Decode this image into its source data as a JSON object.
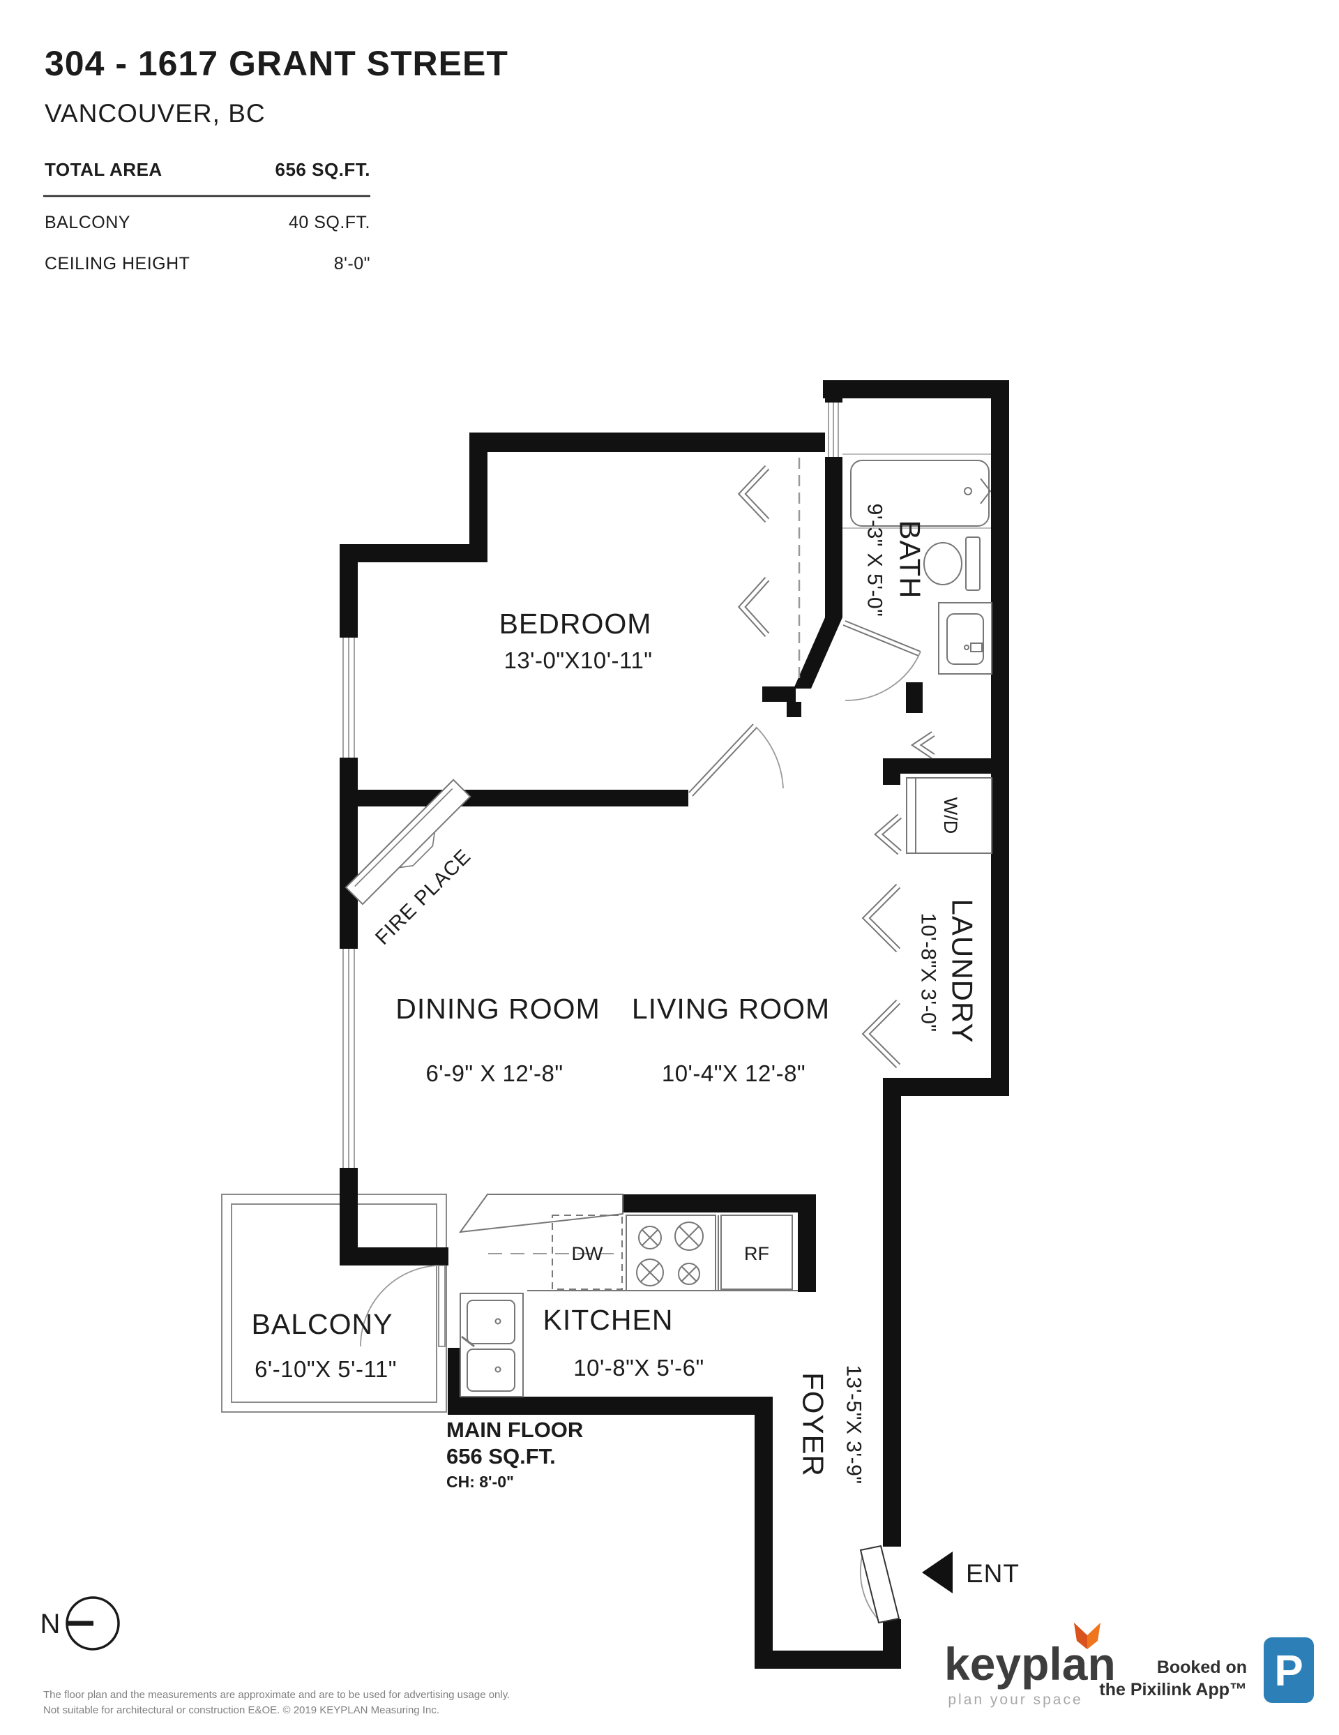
{
  "header": {
    "title": "304 - 1617 GRANT STREET",
    "subtitle": "VANCOUVER, BC",
    "stats": [
      {
        "label": "TOTAL AREA",
        "value": "656 SQ.FT."
      },
      {
        "label": "BALCONY",
        "value": "40 SQ.FT."
      },
      {
        "label": "CEILING HEIGHT",
        "value": "8'-0\""
      }
    ]
  },
  "rooms": {
    "bedroom": {
      "name": "BEDROOM",
      "dims": "13'-0\"X10'-11\""
    },
    "bath": {
      "name": "BATH",
      "dims": "9'-3\" X 5'-0\""
    },
    "laundry": {
      "name": "LAUNDRY",
      "dims": "10'-8\"X 3'-0\""
    },
    "dining": {
      "name": "DINING ROOM",
      "dims": "6'-9\" X 12'-8\""
    },
    "living": {
      "name": "LIVING ROOM",
      "dims": "10'-4\"X 12'-8\""
    },
    "kitchen": {
      "name": "KITCHEN",
      "dims": "10'-8\"X 5'-6\""
    },
    "balcony": {
      "name": "BALCONY",
      "dims": "6'-10\"X 5'-11\""
    },
    "foyer": {
      "name": "FOYER",
      "dims": "13'-5\"X 3'-9\""
    }
  },
  "fixtures": {
    "washer_dryer": "W/D",
    "dishwasher": "DW",
    "fridge": "RF",
    "fireplace": "FIRE PLACE"
  },
  "annotations": {
    "entry": "ENT",
    "north": "N",
    "main_floor_line1": "MAIN FLOOR",
    "main_floor_line2": "656 SQ.FT.",
    "main_floor_line3": "CH: 8'-0\""
  },
  "footer": {
    "disclaimer1": "The floor plan and the measurements are approximate and are to be used for advertising usage only.",
    "disclaimer2": "Not suitable for architectural or construction E&OE. © 2019 KEYPLAN Measuring Inc.",
    "brand_name": "keyplan",
    "brand_tagline": "plan your space",
    "booked_line1": "Booked on",
    "booked_line2": "the Pixilink App™",
    "badge_letter": "P"
  },
  "colors": {
    "wall": "#111111",
    "fixture_line": "#777777",
    "accent_orange": "#f0751f",
    "accent_orange_dark": "#d9531e",
    "pixilink_blue": "#2d7fb8"
  }
}
